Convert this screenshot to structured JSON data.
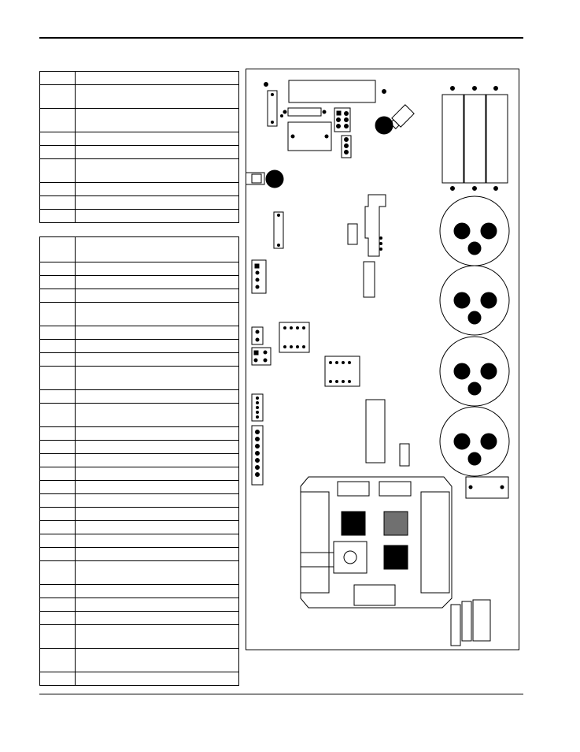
{
  "legend_table_1": {
    "row_heights": [
      17,
      30,
      30,
      17,
      17,
      30,
      17,
      17,
      17
    ]
  },
  "legend_table_2": {
    "row_heights": [
      32,
      17,
      17,
      17,
      30,
      17,
      17,
      17,
      30,
      17,
      30,
      17,
      17,
      17,
      17,
      17,
      17,
      17,
      17,
      17,
      17,
      30,
      17,
      17,
      17,
      30,
      30,
      17
    ]
  },
  "board": {
    "line_color": "#000000",
    "chip_fill": "#000000",
    "chip_fill_grey": "#707070",
    "pad_fill": "#ffffff"
  }
}
